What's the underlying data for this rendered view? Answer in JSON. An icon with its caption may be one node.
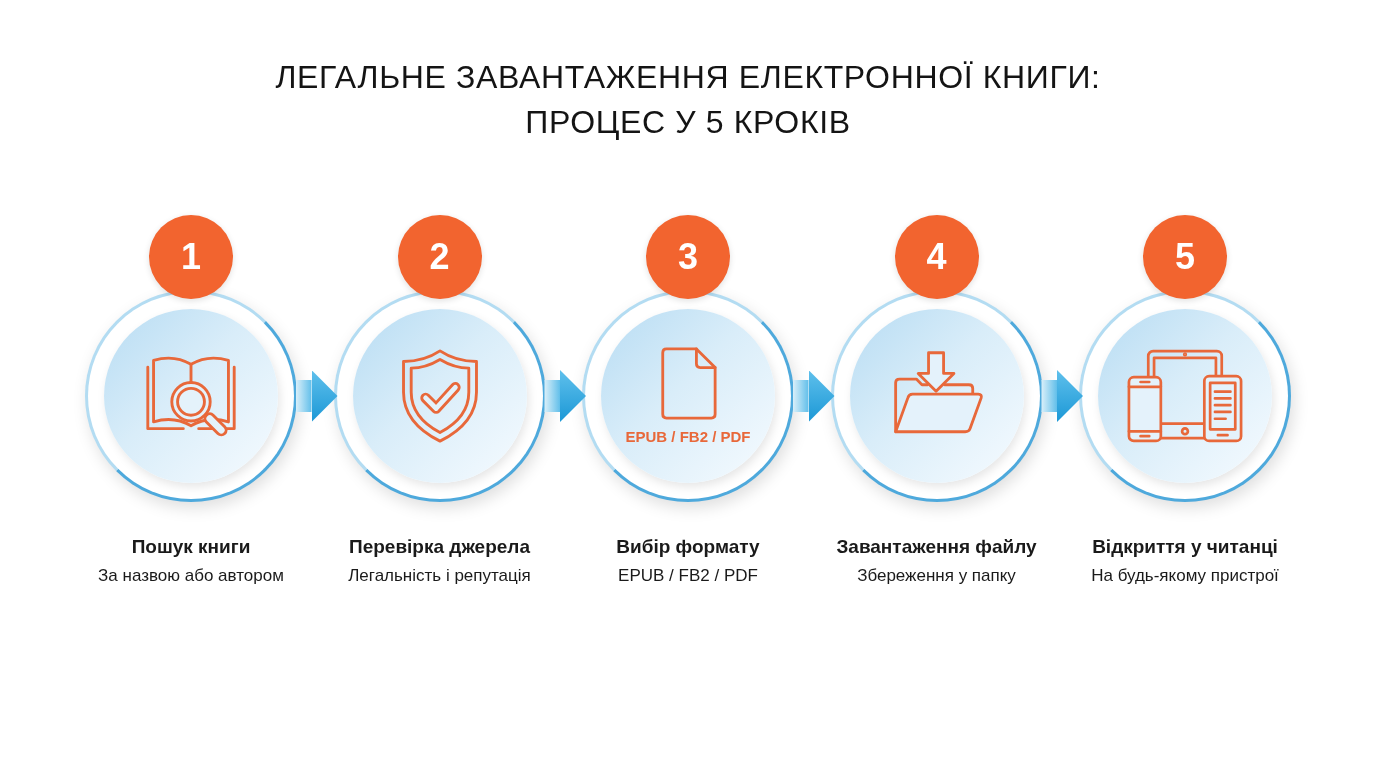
{
  "diagram": {
    "title": "ЛЕГАЛЬНЕ ЗАВАНТАЖЕННЯ ЕЛЕКТРОННОЇ КНИГИ: ПРОЦЕС У 5 КРОКІВ",
    "nodes": [
      {
        "text": [
          "1"
        ]
      },
      {
        "text": [],
        "shape": "circle",
        "beside": [
          "Пошук книги",
          "За назвою або автором"
        ]
      },
      {
        "text": [
          "2"
        ]
      },
      {
        "text": [],
        "shape": "circle",
        "beside": [
          "Перевірка джерела",
          "Легальність і репутація"
        ]
      },
      {
        "text": [
          "3"
        ]
      },
      {
        "text": [
          "EPUB / FB2 / PDF"
        ],
        "beside": [
          "Вибір формату",
          "EPUB / FB2 / PDF"
        ]
      },
      {
        "text": [
          "4"
        ]
      },
      {
        "text": [],
        "shape": "circle",
        "beside": [
          "Завантаження файлу",
          "Збереження у папку"
        ]
      },
      {
        "text": [
          "5"
        ]
      },
      {
        "text": [],
        "shape": "circle",
        "beside": [
          "Відкриття у читанці",
          "На будь-якому пристрої"
        ]
      }
    ],
    "edges": [
      {
        "from": 1,
        "to": 3,
        "arrow": "to"
      },
      {
        "from": 3,
        "to": 5,
        "arrow": "to"
      },
      {
        "from": 5,
        "to": 7,
        "arrow": "to"
      },
      {
        "from": 7,
        "to": 9,
        "arrow": "to"
      }
    ]
  }
}
